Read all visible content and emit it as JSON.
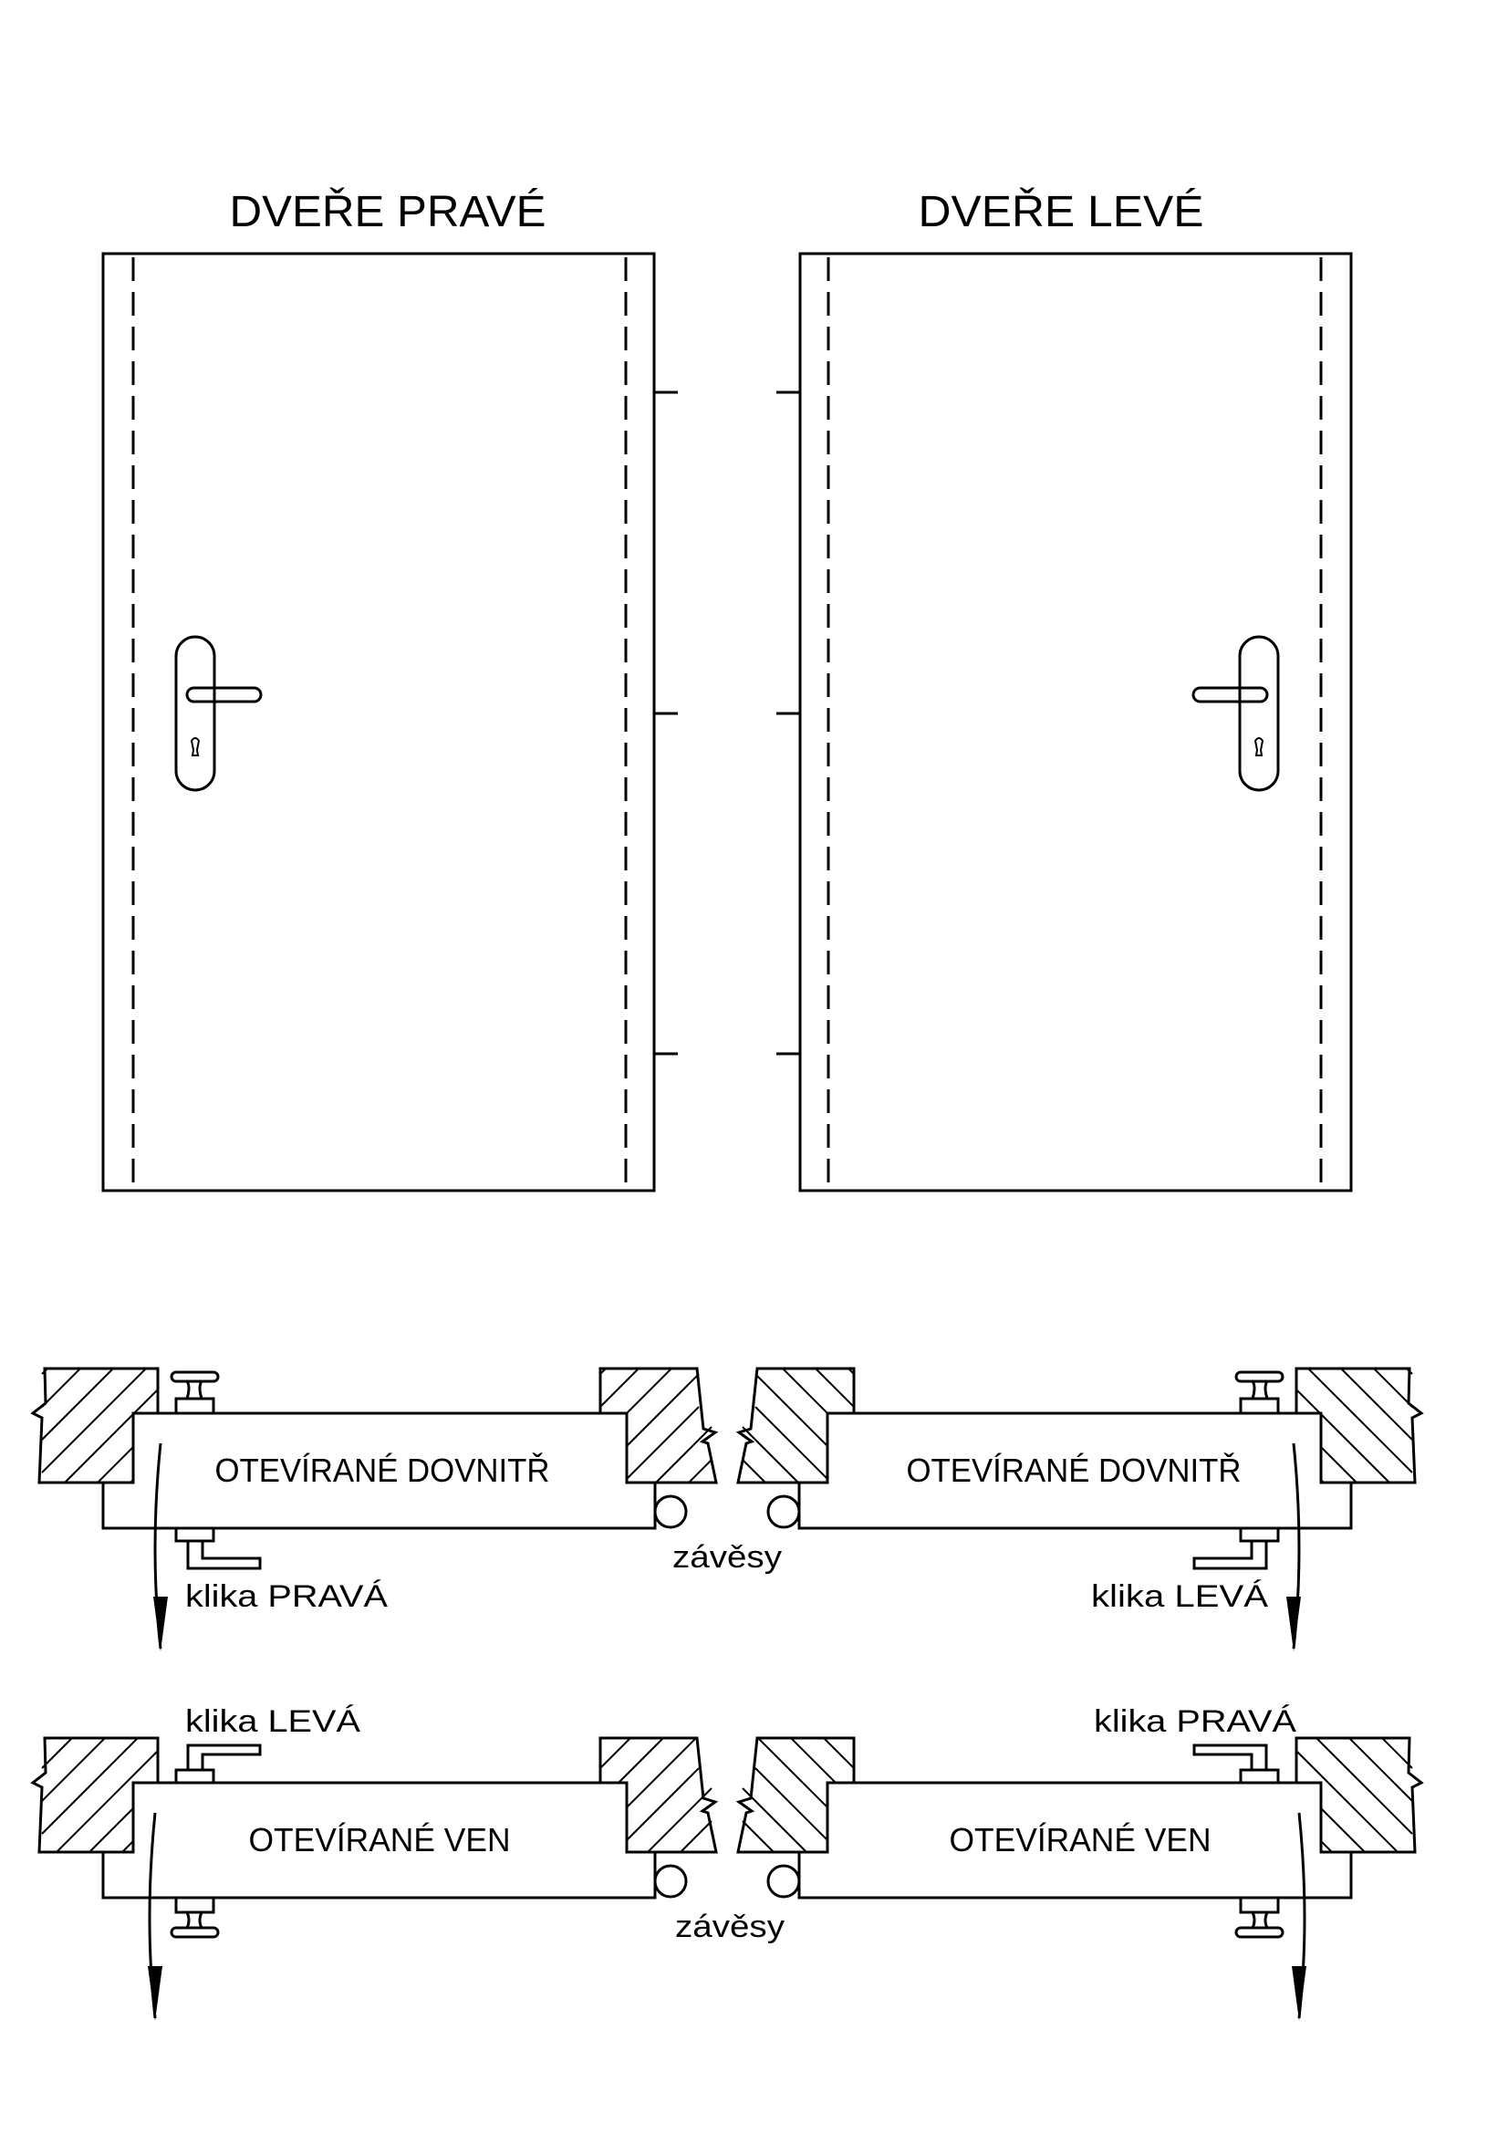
{
  "titles": {
    "right_door": "DVEŘE PRAVÉ",
    "left_door": "DVEŘE LEVÉ"
  },
  "sections": {
    "row1": {
      "left_label": "OTEVÍRANÉ DOVNITŘ",
      "right_label": "OTEVÍRANÉ DOVNITŘ",
      "left_handle": "klika PRAVÁ",
      "right_handle": "klika LEVÁ",
      "hinges": "závěsy"
    },
    "row2": {
      "left_label": "OTEVÍRANÉ VEN",
      "right_label": "OTEVÍRANÉ VEN",
      "left_handle": "klika LEVÁ",
      "right_handle": "klika PRAVÁ",
      "hinges": "závěsy"
    }
  },
  "colors": {
    "line": "#000000",
    "background": "#ffffff"
  }
}
